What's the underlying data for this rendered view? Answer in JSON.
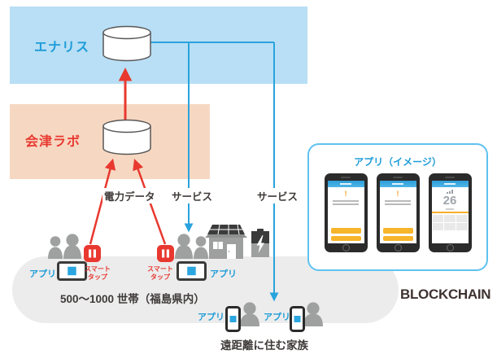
{
  "providers": {
    "eneris_label": "エナリス",
    "aizu_label": "会津ラボ"
  },
  "flow_labels": {
    "power_data": "電力データ",
    "service_to_households": "サービス",
    "service_to_family": "サービス"
  },
  "households": {
    "caption": "500〜1000 世帯（福島県内）",
    "left_app_label": "アプリ",
    "right_app_label": "アプリ",
    "left_smarttap_line1": "スマート",
    "left_smarttap_line2": "タップ",
    "right_smarttap_line1": "スマート",
    "right_smarttap_line2": "タップ"
  },
  "family": {
    "caption": "遠距離に住む家族",
    "app_label_1": "アプリ",
    "app_label_2": "アプリ"
  },
  "app_panel": {
    "title": "アプリ（イメージ）",
    "phone3_reading": "26"
  },
  "blockchain_label": "BLOCKCHAIN",
  "icons": {
    "database": "database-cylinder",
    "people_pair": "two-person-silhouette",
    "person": "person-silhouette",
    "house": "house-with-solar-panel",
    "battery": "battery-with-bolt",
    "smarttap": "smart-tap-device",
    "tablet": "tablet-with-app",
    "phone": "smartphone-with-app",
    "arrow_up_red": "red-up-arrow",
    "arrow_down_blue": "blue-down-arrow"
  },
  "colors": {
    "accent_blue": "#1E9CD8",
    "line_blue": "#29A3DC",
    "accent_red": "#E8382F",
    "box_blue": "#B8DFF5",
    "box_orange": "#F6D8C2",
    "ellipse_gray": "#ECECEC",
    "silhouette_gray": "#9FA0A0",
    "button_orange": "#F7B52C",
    "dark_text": "#3E3A39"
  }
}
